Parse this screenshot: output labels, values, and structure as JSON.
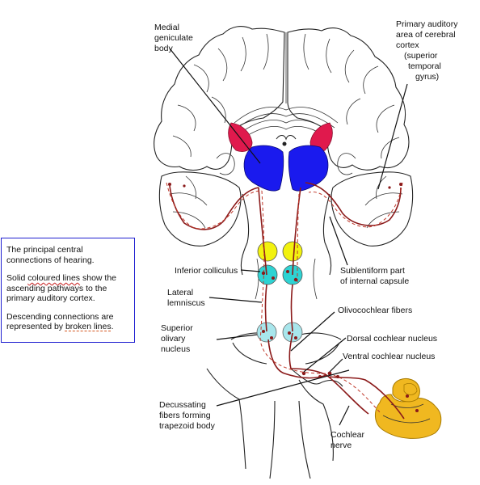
{
  "labels": {
    "medial_geniculate": [
      "Medial",
      "geniculate",
      "body"
    ],
    "primary_auditory": [
      "Primary auditory",
      "area of cerebral",
      "cortex",
      "(superior",
      "temporal",
      "gyrus)"
    ],
    "inferior_colliculus": "Inferior colliculus",
    "sublentiform": [
      "Sublentiform part",
      "of internal capsule"
    ],
    "lateral_lemniscus": [
      "Lateral",
      "lemniscus"
    ],
    "olivocochlear": "Olivocochlear fibers",
    "superior_olivary": [
      "Superior",
      "olivary",
      "nucleus"
    ],
    "dorsal_cochlear": "Dorsal cochlear nucleus",
    "ventral_cochlear": "Ventral cochlear nucleus",
    "decussating": [
      "Decussating",
      "fibers forming",
      "trapezoid body"
    ],
    "cochlear_nerve": [
      "Cochlear",
      "nerve"
    ]
  },
  "info_box": {
    "line1": "The principal central connections of hearing.",
    "line2_pre": "Solid ",
    "line2_u": "coloured lines",
    "line2_post": " show the ascending pathways to the primary auditory cortex.",
    "line3_pre": "Descending connections are represented by ",
    "line3_u": "broken lines",
    "line3_post": "."
  },
  "colors": {
    "geniculate": "#1a1aee",
    "auditory_area": "#e0194d",
    "colliculus_superior": "#f2f20f",
    "colliculus_inferior": "#2ed3d3",
    "olivary": "#a8e6ec",
    "cochlea": "#f0b820",
    "pathway": "#8b1a1a",
    "box_border": "#1f1fd0"
  }
}
